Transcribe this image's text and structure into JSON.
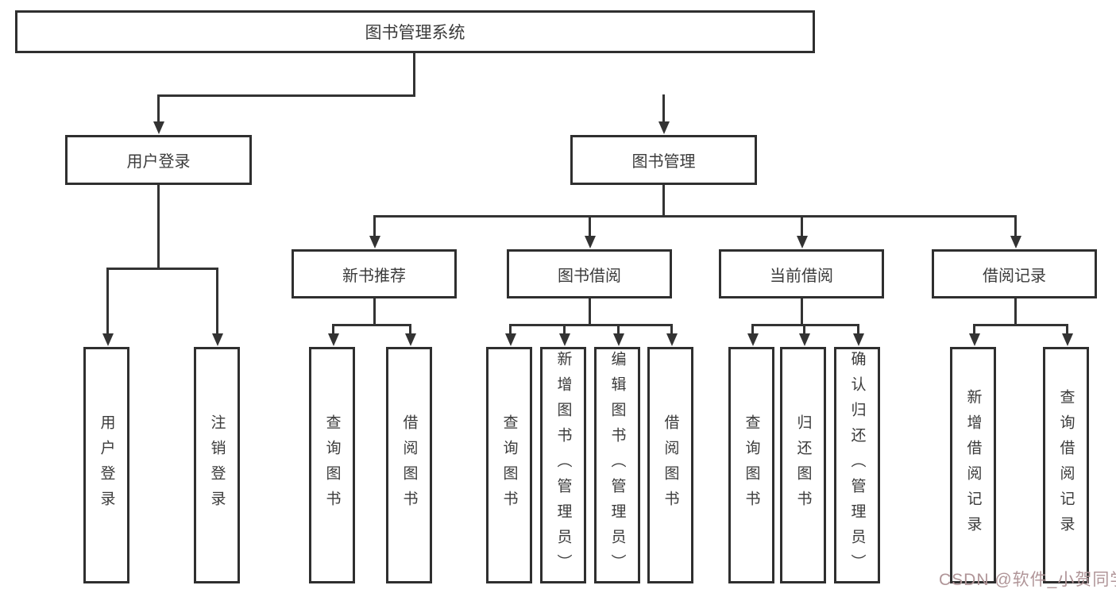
{
  "tree": {
    "root": {
      "label": "图书管理系统",
      "children": [
        {
          "label": "用户登录",
          "children": [
            {
              "label": "用户登录"
            },
            {
              "label": "注销登录"
            }
          ]
        },
        {
          "label": "图书管理",
          "children": [
            {
              "label": "新书推荐",
              "children": [
                {
                  "label": "查询图书"
                },
                {
                  "label": "借阅图书"
                }
              ]
            },
            {
              "label": "图书借阅",
              "children": [
                {
                  "label": "查询图书"
                },
                {
                  "label": "新增图书（管理员）"
                },
                {
                  "label": "编辑图书（管理员）"
                },
                {
                  "label": "借阅图书"
                }
              ]
            },
            {
              "label": "当前借阅",
              "children": [
                {
                  "label": "查询图书"
                },
                {
                  "label": "归还图书"
                },
                {
                  "label": "确认归还（管理员）"
                }
              ]
            },
            {
              "label": "借阅记录",
              "children": [
                {
                  "label": "新增借阅记录"
                },
                {
                  "label": "查询借阅记录"
                }
              ]
            }
          ]
        }
      ]
    }
  },
  "watermark": {
    "text": "CSDN @软件_小贺同学"
  },
  "colors": {
    "line": "#333333",
    "box_border": "#2f2f2f",
    "text": "#3b3b3b",
    "background": "#ffffff",
    "watermark": "#b09598"
  }
}
